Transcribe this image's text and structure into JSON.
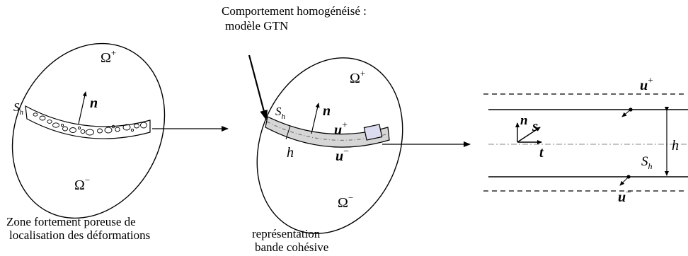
{
  "captions": {
    "top_line1": "Comportement homogénéisé :",
    "top_line2": "modèle GTN",
    "left_line1": "Zone fortement poreuse  de",
    "left_line2": "localisation des déformations",
    "middle_line1": "représentation",
    "middle_line2": "bande cohésive"
  },
  "left_panel": {
    "omega_plus": "Ω",
    "omega_plus_sup": "+",
    "omega_minus": "Ω",
    "omega_minus_sup": "−",
    "surface_label": "S",
    "surface_sub": "h",
    "normal_label": "n"
  },
  "middle_panel": {
    "omega_plus": "Ω",
    "omega_plus_sup": "+",
    "omega_minus": "Ω",
    "omega_minus_sup": "−",
    "surface_label": "S",
    "surface_sub": "h",
    "normal_label": "n",
    "thickness_label": "h",
    "u_plus": "u",
    "u_plus_sup": "+",
    "u_minus": "u",
    "u_minus_sup": "−"
  },
  "right_panel": {
    "u_plus": "u",
    "u_plus_sup": "+",
    "u_minus": "u",
    "u_minus_sup": "−",
    "normal_label": "n",
    "s_label": "s",
    "t_label": "t",
    "thickness_label": "h",
    "surface_label": "S",
    "surface_sub": "h"
  }
}
